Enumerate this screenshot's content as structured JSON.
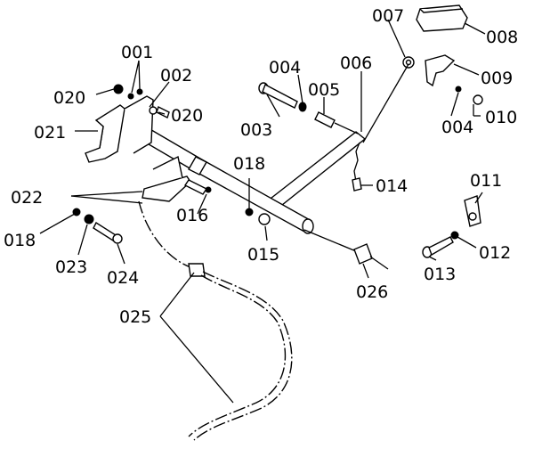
{
  "parts": [
    {
      "id": "p001",
      "number": "001"
    },
    {
      "id": "p002",
      "number": "002"
    },
    {
      "id": "p003",
      "number": "003"
    },
    {
      "id": "p004a",
      "number": "004"
    },
    {
      "id": "p004b",
      "number": "004"
    },
    {
      "id": "p005",
      "number": "005"
    },
    {
      "id": "p006",
      "number": "006"
    },
    {
      "id": "p007",
      "number": "007"
    },
    {
      "id": "p008",
      "number": "008"
    },
    {
      "id": "p009",
      "number": "009"
    },
    {
      "id": "p010",
      "number": "010"
    },
    {
      "id": "p011",
      "number": "011"
    },
    {
      "id": "p012",
      "number": "012"
    },
    {
      "id": "p013",
      "number": "013"
    },
    {
      "id": "p014",
      "number": "014"
    },
    {
      "id": "p015",
      "number": "015"
    },
    {
      "id": "p016",
      "number": "016"
    },
    {
      "id": "p018a",
      "number": "018"
    },
    {
      "id": "p018b",
      "number": "018"
    },
    {
      "id": "p020a",
      "number": "020"
    },
    {
      "id": "p020b",
      "number": "020"
    },
    {
      "id": "p021",
      "number": "021"
    },
    {
      "id": "p022",
      "number": "022"
    },
    {
      "id": "p023",
      "number": "023"
    },
    {
      "id": "p024",
      "number": "024"
    },
    {
      "id": "p025",
      "number": "025"
    },
    {
      "id": "p026",
      "number": "026"
    }
  ]
}
